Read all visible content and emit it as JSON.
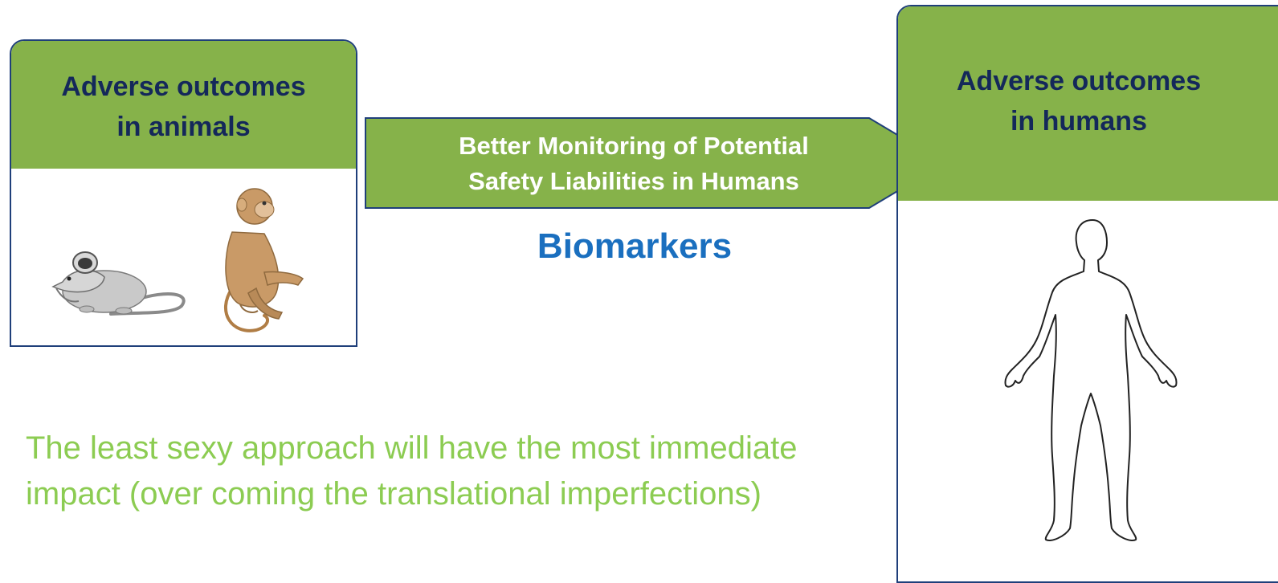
{
  "animals_box": {
    "title": "Adverse outcomes\nin animals"
  },
  "humans_box": {
    "title": "Adverse outcomes\nin humans"
  },
  "arrow": {
    "label": "Better Monitoring of Potential\nSafety Liabilities in Humans"
  },
  "biomarkers": {
    "label": "Biomarkers"
  },
  "caption": {
    "text": "The least sexy approach will have the most immediate impact (over coming the translational imperfections)"
  },
  "colors": {
    "header_green": "#86b24a",
    "header_text_navy": "#14285a",
    "box_border": "#1f3f7a",
    "biomarkers_blue": "#1a6fbf",
    "caption_green": "#8ccc52"
  },
  "icons": [
    "mouse-icon",
    "monkey-icon",
    "human-silhouette-icon"
  ]
}
